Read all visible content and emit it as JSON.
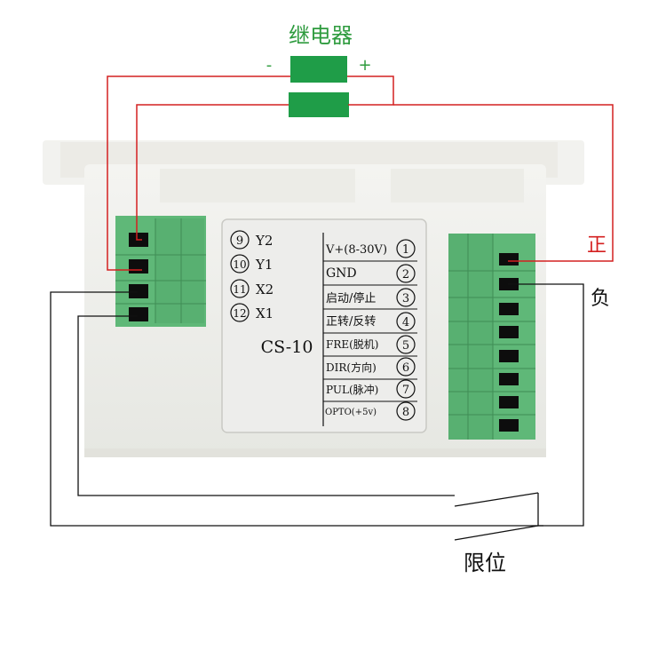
{
  "relay": {
    "title": "继电器",
    "minus": "-",
    "plus": "+"
  },
  "module": {
    "model": "CS-10",
    "left_terminals": [
      {
        "num": "9",
        "label": "Y2"
      },
      {
        "num": "10",
        "label": "Y1"
      },
      {
        "num": "11",
        "label": "X2"
      },
      {
        "num": "12",
        "label": "X1"
      }
    ],
    "right_terminals": [
      {
        "num": "1",
        "label": "V+(8-30V)"
      },
      {
        "num": "2",
        "label": "GND"
      },
      {
        "num": "3",
        "label": "启动/停止"
      },
      {
        "num": "4",
        "label": "正转/反转"
      },
      {
        "num": "5",
        "label": "FRE(脱机)"
      },
      {
        "num": "6",
        "label": "DIR(方向)"
      },
      {
        "num": "7",
        "label": "PUL(脉冲)"
      },
      {
        "num": "8",
        "label": "OPTO(+5v)"
      }
    ]
  },
  "labels": {
    "positive": "正",
    "negative": "负",
    "limit": "限位"
  },
  "colors": {
    "relay_green": "#1f9d48",
    "terminal_green": "#5fb878",
    "wire_red": "#d42020",
    "wire_black": "#111111",
    "label_green": "#2e9b3e",
    "label_red": "#d42020"
  }
}
